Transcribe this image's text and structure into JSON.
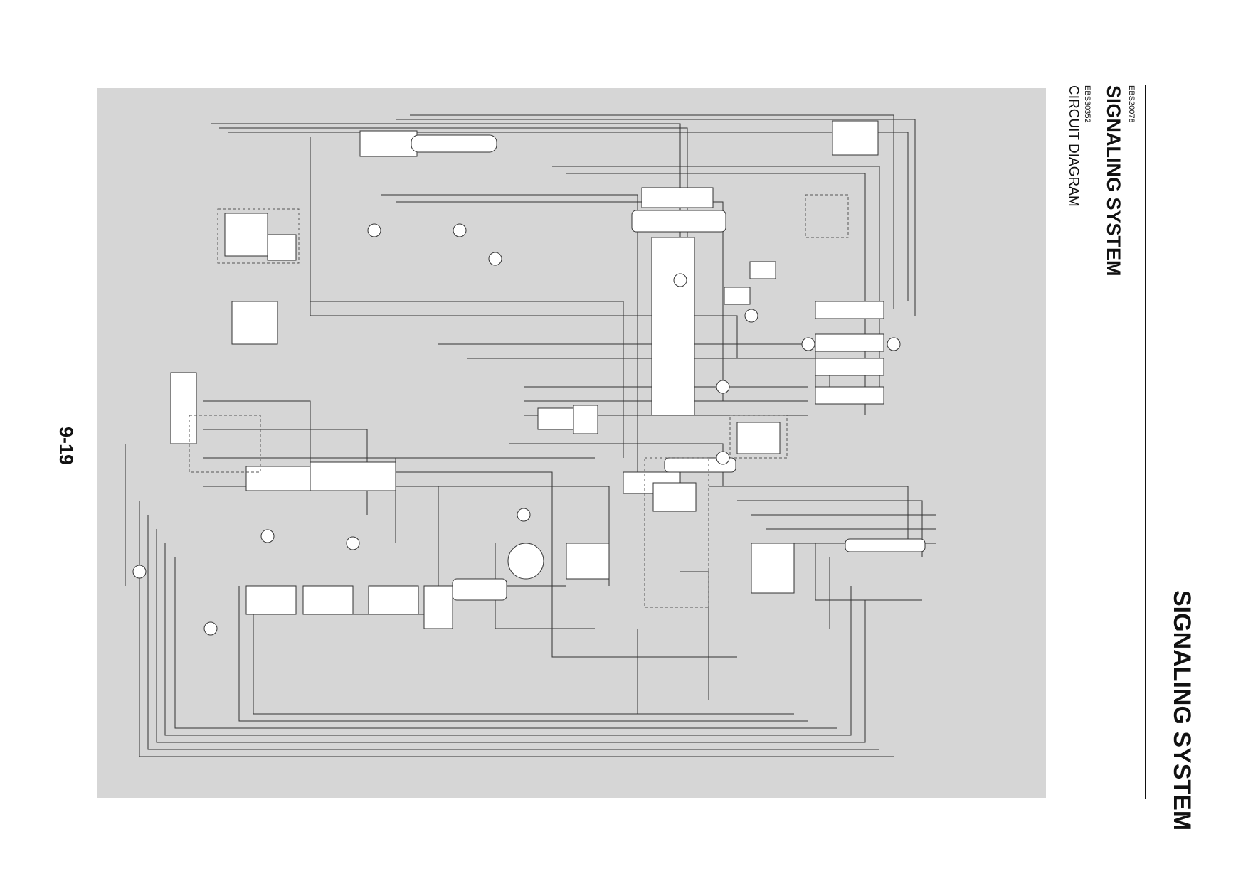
{
  "header": {
    "section_title": "SIGNALING SYSTEM",
    "section_code": "EBS20078",
    "subsection_code": "EBS30352",
    "subsection_title": "CIRCUIT DIAGRAM",
    "edge_title": "SIGNALING SYSTEM"
  },
  "footer": {
    "page_number": "9-19"
  },
  "colors": {
    "panel_bg": "#d6d6d6",
    "wire": "#333333",
    "component_fill": "#ffffff",
    "dash": "#555555"
  }
}
